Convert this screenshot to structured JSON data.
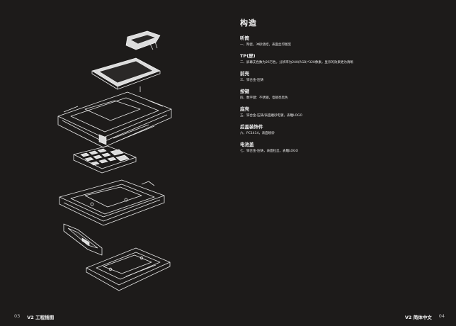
{
  "heading": "构造",
  "sections": [
    {
      "title": "听筒",
      "desc": "一、陶瓷，冲砂烧结，表面丝印图案"
    },
    {
      "title": "TP(屏)",
      "desc": "二、屏幕支色数为26万色，分辨率为240(RGB)*320像素，显示的效果更为清晰"
    },
    {
      "title": "前壳",
      "desc": "三、锌合金-压铸"
    },
    {
      "title": "按键",
      "desc": "四、数字键：不锈钢，电镀亮黑色"
    },
    {
      "title": "底壳",
      "desc": "五、锌合金-压铸/表面磨砂电镀，表雕LOGO"
    },
    {
      "title": "后盖装饰件",
      "desc": "六、PC1414，表面喷砂"
    },
    {
      "title": "电池盖",
      "desc": "七、锌合金-压铸，表面拉丝，表雕LOGO"
    }
  ],
  "footer_left": {
    "page_num": "03",
    "label": "V2  工程插图"
  },
  "footer_right": {
    "label": "V2  简体中文",
    "page_num": "04"
  },
  "colors": {
    "background": "#1d1b1a",
    "text": "#f2f2f2"
  }
}
